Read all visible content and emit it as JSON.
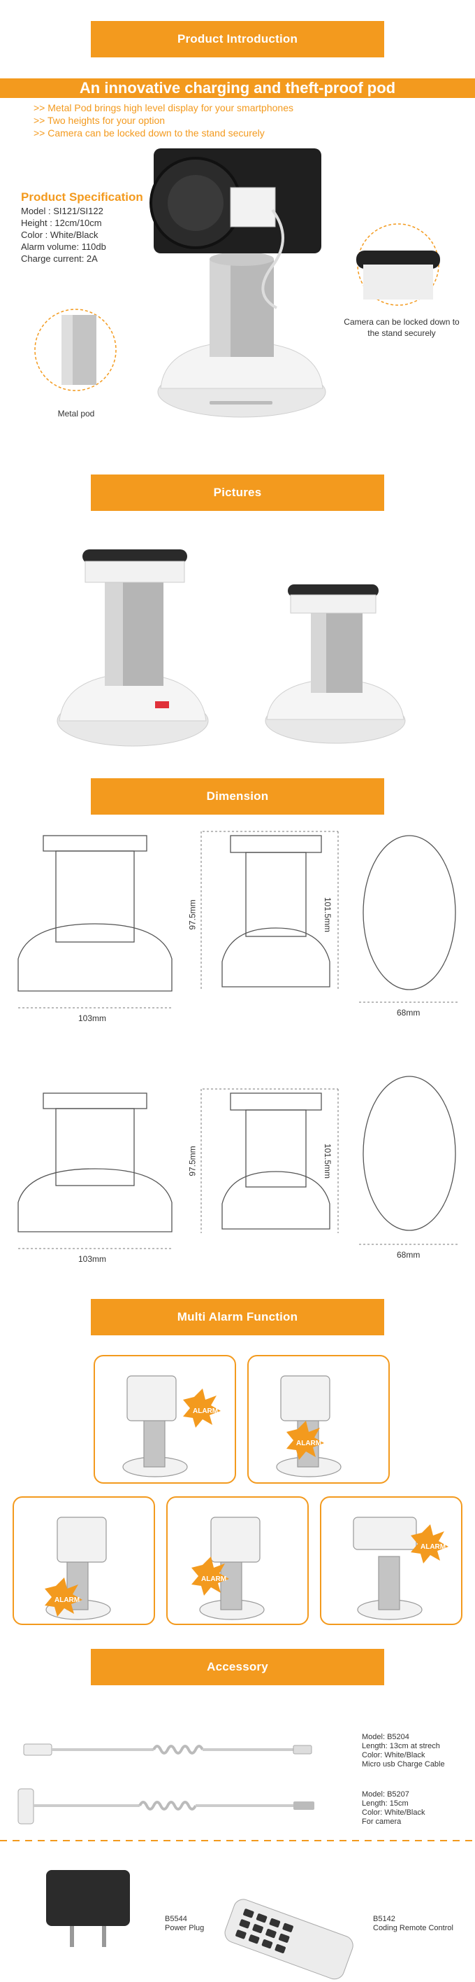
{
  "sections": {
    "product_intro": "Product Introduction",
    "pictures": "Pictures",
    "dimension": "Dimension",
    "multi_alarm": "Multi Alarm Function",
    "accessory": "Accessory"
  },
  "intro": {
    "headline": "An innovative charging and theft-proof pod",
    "bullets": [
      ">> Metal Pod brings high level display for your smartphones",
      ">> Two heights for your option",
      ">> Camera can be locked down to the stand securely"
    ],
    "spec_title": "Product Specification",
    "spec_lines": [
      "Model : SI121/SI122",
      "Height : 12cm/10cm",
      "Color : White/Black",
      "Alarm volume: 110db",
      "Charge current: 2A"
    ],
    "callout_right": "Camera can be locked down to the stand securely",
    "callout_left": "Metal pod"
  },
  "dimension": {
    "labels": [
      "103mm",
      "97.5mm",
      "101.5mm",
      "68mm",
      "103mm",
      "97.5mm",
      "101.5mm",
      "68mm"
    ]
  },
  "alarm": {
    "labels": [
      "ALARM",
      "ALARM",
      "ALARM",
      "ALARM",
      "ALARM"
    ]
  },
  "accessories": [
    {
      "lines": [
        "Model: B5204",
        "Length: 13cm at strech",
        "Color: White/Black",
        "Micro usb Charge Cable"
      ]
    },
    {
      "lines": [
        "Model: B5207",
        "Length: 15cm",
        "Color: White/Black",
        "For camera"
      ]
    },
    {
      "lines": [
        "B5544",
        "Power Plug"
      ]
    },
    {
      "lines": [
        "B5142",
        "Coding Remote Control"
      ]
    }
  ],
  "colors": {
    "accent": "#f39a1e"
  }
}
